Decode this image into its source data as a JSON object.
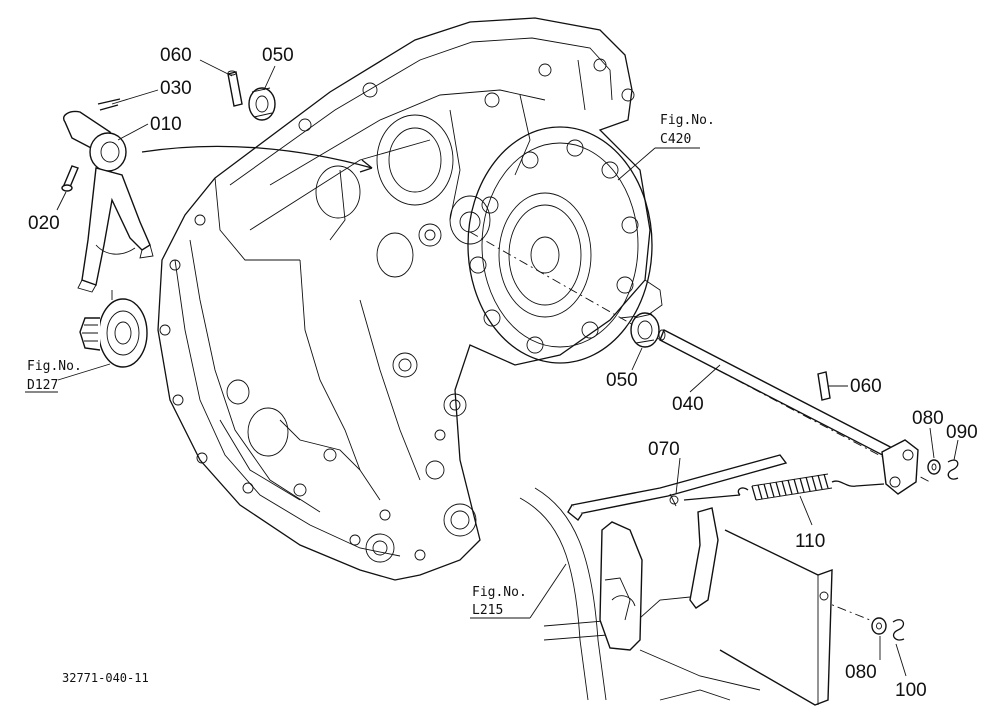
{
  "parts": [
    {
      "id": "p060a",
      "label": "060"
    },
    {
      "id": "p050a",
      "label": "050"
    },
    {
      "id": "p030",
      "label": "030"
    },
    {
      "id": "p010",
      "label": "010"
    },
    {
      "id": "p020",
      "label": "020"
    },
    {
      "id": "p050b",
      "label": "050"
    },
    {
      "id": "p040",
      "label": "040"
    },
    {
      "id": "p060b",
      "label": "060"
    },
    {
      "id": "p080a",
      "label": "080"
    },
    {
      "id": "p090",
      "label": "090"
    },
    {
      "id": "p070",
      "label": "070"
    },
    {
      "id": "p110",
      "label": "110"
    },
    {
      "id": "p080b",
      "label": "080"
    },
    {
      "id": "p100",
      "label": "100"
    }
  ],
  "figrefs": [
    {
      "id": "figC420",
      "line1": "Fig.No.",
      "line2": "C420"
    },
    {
      "id": "figD127",
      "line1": "Fig.No.",
      "line2": "D127"
    },
    {
      "id": "figL215",
      "line1": "Fig.No.",
      "line2": "L215"
    }
  ],
  "drawing_code": "32771-040-11"
}
